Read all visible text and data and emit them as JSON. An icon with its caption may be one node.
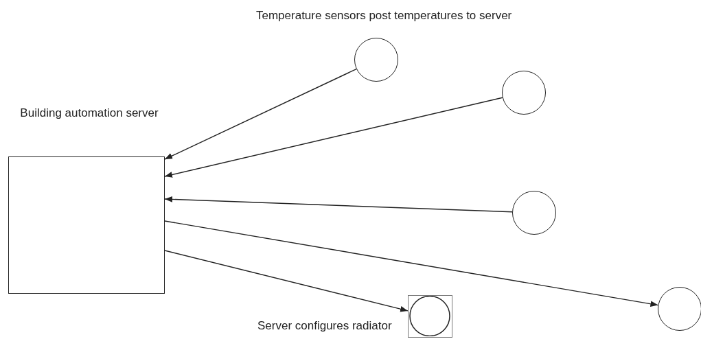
{
  "diagram": {
    "nodes": [
      {
        "text": [
          "Building automation server"
        ]
      },
      {
        "text": [],
        "shape": "circle"
      },
      {
        "text": [],
        "shape": "circle"
      },
      {
        "text": [],
        "shape": "circle"
      },
      {
        "text": [],
        "shape": "circle"
      },
      {
        "text": [],
        "shape": "box",
        "beside": [
          "Server configures radiator"
        ]
      }
    ],
    "edges": [
      {
        "from": 1,
        "to": 0,
        "arrow": "to"
      },
      {
        "from": 2,
        "to": 0,
        "arrow": "to"
      },
      {
        "from": 3,
        "to": 0,
        "arrow": "to"
      },
      {
        "from": 0,
        "to": 4,
        "arrow": "to"
      },
      {
        "from": 0,
        "to": 5,
        "arrow": "to"
      }
    ],
    "labels": [
      "Temperature sensors post temperatures to server"
    ]
  }
}
